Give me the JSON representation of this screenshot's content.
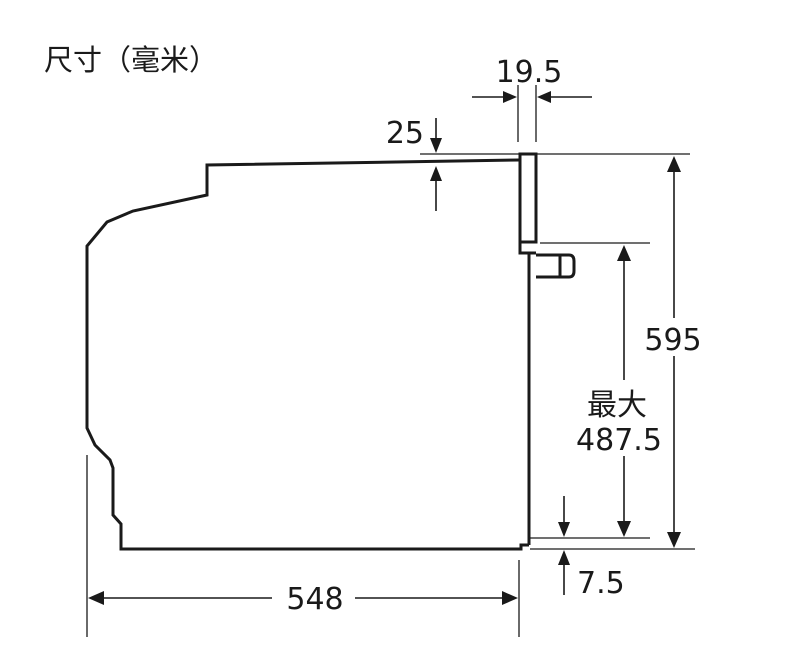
{
  "title": "尺寸（毫米）",
  "dimensions": {
    "door_thickness": "19.5",
    "top_offset": "25",
    "overall_height": "595",
    "max_label": "最大",
    "max_value": "487.5",
    "bottom_gap": "7.5",
    "depth": "548"
  }
}
